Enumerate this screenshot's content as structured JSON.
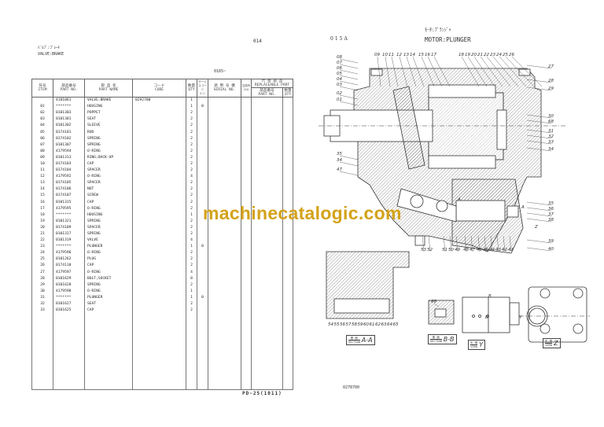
{
  "left_page": {
    "page_no": "014",
    "title_jp": "ﾊﾞﾙﾌﾞ:ﾌﾞﾚｰｷ",
    "title_en": "VALVE:BRAKE",
    "serial_range": "0165~",
    "headers": {
      "item_jp": "符号",
      "item_en": "ITEM",
      "part_no_jp": "部品番号",
      "part_no_en": "PART NO.",
      "part_name_jp": "部 品 名",
      "part_name_en": "PART NAME",
      "code_jp": "コード",
      "code_en": "CODE",
      "qty_jp": "数量",
      "qty_en": "QTY",
      "sc_jp": "サービスコード",
      "sc_en": "S-C",
      "serial_jp": "適 用 号 機",
      "serial_en": "SERIAL NO.",
      "ica_jp": "互換号",
      "ica_en": "ICA",
      "replaceable_jp": "代 替 部 品",
      "replaceable_en": "REPLACEABLE PART",
      "rep_part_no_jp": "部品番号",
      "rep_part_no_en": "PART NO.",
      "rep_qty_jp": "数量",
      "rep_qty_en": "QTY"
    },
    "rows": [
      {
        "item": "",
        "part_no": "4181061",
        "name": "VALVE:BRAKE",
        "code": "0292700",
        "qty": "1",
        "sc": ""
      },
      {
        "item": "01",
        "part_no": "*******",
        "name": "HOUSING",
        "code": "",
        "qty": "1",
        "sc": "0"
      },
      {
        "item": "02",
        "part_no": "0101303",
        "name": "POPPET",
        "code": "",
        "qty": "2",
        "sc": ""
      },
      {
        "item": "03",
        "part_no": "0101301",
        "name": "SEAT",
        "code": "",
        "qty": "2",
        "sc": ""
      },
      {
        "item": "04",
        "part_no": "0101302",
        "name": "SLEEVE",
        "code": "",
        "qty": "2",
        "sc": ""
      },
      {
        "item": "05",
        "part_no": "0174101",
        "name": "ROD",
        "code": "",
        "qty": "2",
        "sc": ""
      },
      {
        "item": "06",
        "part_no": "0174102",
        "name": "SPRING",
        "code": "",
        "qty": "2",
        "sc": ""
      },
      {
        "item": "07",
        "part_no": "0101307",
        "name": "SPRING",
        "code": "",
        "qty": "2",
        "sc": ""
      },
      {
        "item": "08",
        "part_no": "4179594",
        "name": "O-RING",
        "code": "",
        "qty": "2",
        "sc": ""
      },
      {
        "item": "09",
        "part_no": "0101313",
        "name": "RING;BACK-UP",
        "code": "",
        "qty": "2",
        "sc": ""
      },
      {
        "item": "10",
        "part_no": "0174103",
        "name": "CAP",
        "code": "",
        "qty": "2",
        "sc": ""
      },
      {
        "item": "11",
        "part_no": "0174104",
        "name": "SPACER",
        "code": "",
        "qty": "2",
        "sc": ""
      },
      {
        "item": "12",
        "part_no": "4179592",
        "name": "O-RING",
        "code": "",
        "qty": "4",
        "sc": ""
      },
      {
        "item": "13",
        "part_no": "0174105",
        "name": "SPACER",
        "code": "",
        "qty": "2",
        "sc": ""
      },
      {
        "item": "14",
        "part_no": "0174106",
        "name": "NUT",
        "code": "",
        "qty": "2",
        "sc": ""
      },
      {
        "item": "15",
        "part_no": "0174107",
        "name": "SCREW",
        "code": "",
        "qty": "2",
        "sc": ""
      },
      {
        "item": "16",
        "part_no": "0101315",
        "name": "CAP",
        "code": "",
        "qty": "2",
        "sc": ""
      },
      {
        "item": "17",
        "part_no": "4179595",
        "name": "O-RING",
        "code": "",
        "qty": "2",
        "sc": ""
      },
      {
        "item": "18",
        "part_no": "*******",
        "name": "HOUSING",
        "code": "",
        "qty": "1",
        "sc": ""
      },
      {
        "item": "19",
        "part_no": "0101321",
        "name": "SPRING",
        "code": "",
        "qty": "2",
        "sc": ""
      },
      {
        "item": "20",
        "part_no": "0174109",
        "name": "SPACER",
        "code": "",
        "qty": "2",
        "sc": ""
      },
      {
        "item": "21",
        "part_no": "0101317",
        "name": "SPRING",
        "code": "",
        "qty": "2",
        "sc": ""
      },
      {
        "item": "22",
        "part_no": "0101319",
        "name": "VALVE",
        "code": "",
        "qty": "4",
        "sc": ""
      },
      {
        "item": "23",
        "part_no": "*******",
        "name": "PLUNGER",
        "code": "",
        "qty": "1",
        "sc": "0"
      },
      {
        "item": "24",
        "part_no": "4179596",
        "name": "O-RING",
        "code": "",
        "qty": "2",
        "sc": ""
      },
      {
        "item": "25",
        "part_no": "0101262",
        "name": "PLUG",
        "code": "",
        "qty": "2",
        "sc": ""
      },
      {
        "item": "26",
        "part_no": "0174110",
        "name": "CAP",
        "code": "",
        "qty": "2",
        "sc": ""
      },
      {
        "item": "27",
        "part_no": "4179597",
        "name": "O-RING",
        "code": "",
        "qty": "4",
        "sc": ""
      },
      {
        "item": "28",
        "part_no": "0101629",
        "name": "BOLT;SOCKET",
        "code": "",
        "qty": "8",
        "sc": ""
      },
      {
        "item": "29",
        "part_no": "0101628",
        "name": "SPRING",
        "code": "",
        "qty": "2",
        "sc": ""
      },
      {
        "item": "30",
        "part_no": "4179598",
        "name": "O-RING",
        "code": "",
        "qty": "1",
        "sc": ""
      },
      {
        "item": "31",
        "part_no": "*******",
        "name": "PLUNGER",
        "code": "",
        "qty": "1",
        "sc": "0"
      },
      {
        "item": "32",
        "part_no": "0101627",
        "name": "SEAT",
        "code": "",
        "qty": "2",
        "sc": ""
      },
      {
        "item": "33",
        "part_no": "0101625",
        "name": "CAP",
        "code": "",
        "qty": "2",
        "sc": ""
      }
    ]
  },
  "right_page": {
    "page_no": "015A",
    "title_jp": "ﾓｰﾀ:ﾌﾟﾗﾝｼﾞｬ",
    "title_en": "MOTOR:PLUNGER",
    "code": "0278700",
    "callouts_top": [
      "09",
      "10",
      "11",
      "12",
      "13",
      "14",
      "15",
      "16",
      "17",
      "18",
      "19",
      "20",
      "21",
      "22",
      "23",
      "24",
      "25",
      "26"
    ],
    "callouts_left": [
      "08",
      "07",
      "06",
      "05",
      "04",
      "03",
      "02",
      "01",
      "35",
      "34",
      "47"
    ],
    "callouts_right": [
      "27",
      "28",
      "29",
      "30",
      "68",
      "31",
      "32",
      "33",
      "34",
      "35",
      "36",
      "37",
      "38",
      "39",
      "40"
    ],
    "callouts_bottom": [
      "53",
      "52",
      "51",
      "50",
      "49",
      "48",
      "47",
      "46",
      "45",
      "44",
      "43",
      "42",
      "41"
    ],
    "callouts_section": [
      "54",
      "55",
      "56",
      "57",
      "58",
      "59",
      "60",
      "61",
      "62",
      "63",
      "64",
      "65"
    ],
    "callout_bb": "66",
    "views": [
      {
        "jp": "断 面",
        "en": "SECTION",
        "label": "A-A"
      },
      {
        "jp": "断 面",
        "en": "SECTION",
        "label": "B-B"
      },
      {
        "jp": "矢 視",
        "en": "VIEW",
        "label": "Y"
      },
      {
        "jp": "矢 視",
        "en": "VIEW",
        "label": "Z"
      }
    ],
    "arrow_labels": {
      "a1": "A",
      "a2": "A",
      "b1": "B",
      "b2": "B",
      "y": "Y",
      "z": "Z"
    }
  },
  "footer": {
    "doc_code": "PD-25(1011)"
  },
  "watermark": {
    "text": "machinecatalogic.com",
    "color": "#d4a21a"
  }
}
